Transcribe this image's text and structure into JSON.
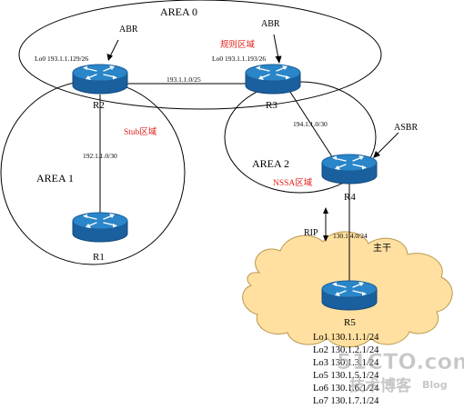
{
  "areas": {
    "area0": "AREA 0",
    "area1": "AREA 1",
    "area2": "AREA 2"
  },
  "roles": {
    "abr_r2": "ABR",
    "abr_r3": "ABR",
    "asbr_r4": "ASBR"
  },
  "zone_notes": {
    "regular": "规则区域",
    "stub": "Stub区域",
    "nssa": "NSSA区域",
    "backbone": "主干"
  },
  "routers": [
    "R1",
    "R2",
    "R3",
    "R4",
    "R5"
  ],
  "loopbacks": {
    "r2": "Lo0 193.1.1.129/26",
    "r3": "Lo0 193.1.1.193/26"
  },
  "links": {
    "r2_r3": "193.1.1.0/25",
    "r1_r2": "192.1.1.0/30",
    "r3_r4": "194.1.1.0/30",
    "r4_r5": "130.1.4.0/24"
  },
  "protocol_rip": "RIP",
  "r5_loopbacks": [
    "Lo1 130.1.1.1/24",
    "Lo2 130.1.2.1/24",
    "Lo3 130.1.3.1/24",
    "Lo5 130.1.5.1/24",
    "Lo6 130.1.6.1/24",
    "Lo7 130.1.7.1/24"
  ],
  "watermark": {
    "site": "51CTO.com",
    "tagline": "技术博客",
    "blog": "Blog"
  },
  "colors": {
    "router_fill": "#1f6fb2",
    "router_top": "#2a86c9",
    "cloud_fill": "#ffe0a0",
    "cloud_stroke": "#b8994e",
    "note_red": "#e0201b"
  }
}
